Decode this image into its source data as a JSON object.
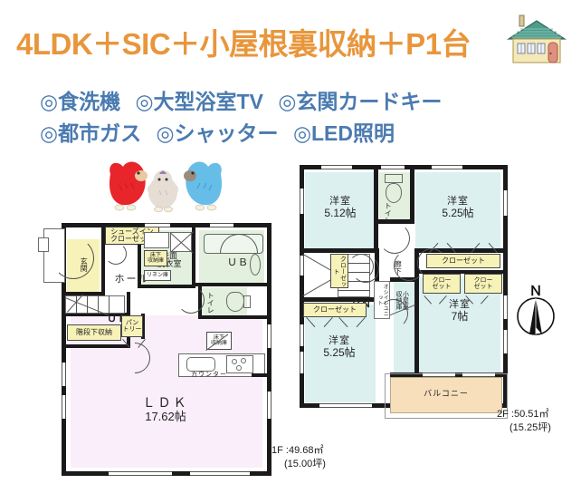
{
  "header": {
    "title": "4LDK＋SIC＋小屋根裏収納＋P1台",
    "title_color": "#e8963c",
    "house_icon": "house-icon",
    "features_line1": [
      "◎食洗機",
      "◎大型浴室TV",
      "◎玄関カードキー"
    ],
    "features_line2": [
      "◎都市ガス",
      "◎シャッター",
      "◎LED照明"
    ],
    "features_color": "#4a7ab0"
  },
  "mascots": {
    "name": "bird-mascots",
    "birds": [
      {
        "name": "red-parrot",
        "color": "#e8252b"
      },
      {
        "name": "cream-parrot",
        "color": "#e6ddd4"
      },
      {
        "name": "blue-parrot",
        "color": "#66bde8"
      }
    ]
  },
  "floor1": {
    "label": "1F",
    "area_text": "1F :49.68㎡",
    "area_tsubo": "(15.00坪)",
    "rooms": [
      {
        "name": "shoes-in-closet",
        "label": "シューズイン\nクローゼット"
      },
      {
        "name": "entrance",
        "label": "玄関"
      },
      {
        "name": "hall",
        "label": "ホール"
      },
      {
        "name": "washroom",
        "label": "洗面\n脱衣室"
      },
      {
        "name": "unit-bath",
        "label": "ＵＢ"
      },
      {
        "name": "toilet",
        "label": "トイレ"
      },
      {
        "name": "linen-closet",
        "label": "リネン庫"
      },
      {
        "name": "underfloor-storage-1",
        "label": "床下\n収納庫"
      },
      {
        "name": "under-stairs-storage",
        "label": "階段下収納"
      },
      {
        "name": "pantry",
        "label": "パン\nトリー"
      },
      {
        "name": "stairs-up",
        "label": "ＵＰ"
      },
      {
        "name": "kitchen-counter",
        "label": "カウンター"
      },
      {
        "name": "underfloor-storage-2",
        "label": "床下\n収納庫"
      },
      {
        "name": "ldk",
        "label": "ＬＤＫ",
        "size": "17.62帖"
      }
    ]
  },
  "floor2": {
    "label": "2F",
    "area_text": "2F :50.51㎡",
    "area_tsubo": "(15.25坪)",
    "rooms": [
      {
        "name": "bedroom-nw",
        "label": "洋室",
        "size": "5.12帖"
      },
      {
        "name": "bedroom-ne",
        "label": "洋室",
        "size": "5.25帖"
      },
      {
        "name": "bedroom-sw",
        "label": "洋室",
        "size": "5.25帖"
      },
      {
        "name": "bedroom-se",
        "label": "洋室",
        "size": "7帖"
      },
      {
        "name": "toilet-2f",
        "label": "トイレ"
      },
      {
        "name": "corridor",
        "label": "廊下"
      },
      {
        "name": "stairs-down",
        "label": "ＤＮ"
      },
      {
        "name": "closet-stair-side",
        "label": "クローゼット"
      },
      {
        "name": "closet-sw",
        "label": "クローゼット"
      },
      {
        "name": "closet-ne-wide",
        "label": "クローゼット"
      },
      {
        "name": "closet-mid-left",
        "label": "クロー\nゼット"
      },
      {
        "name": "closet-mid-right",
        "label": "クロー\nゼット"
      },
      {
        "name": "attic-storage",
        "label": "小屋裏\n収納庫"
      },
      {
        "name": "closet-unit",
        "label": "オシイレユニット"
      },
      {
        "name": "balcony",
        "label": "バルコニー"
      }
    ]
  },
  "compass": {
    "name": "north-compass",
    "label": "Ｎ"
  },
  "colors": {
    "accent_orange": "#e8963c",
    "feature_blue": "#4a7ab0",
    "ldk_pink": "#f9eef9",
    "bedroom_cyan": "#ddf0f0",
    "water_green": "#e2f0dd",
    "closet_yellow": "#f7f2b8",
    "balcony_beige": "#f8dfbc",
    "wall_black": "#1a1a1a"
  }
}
